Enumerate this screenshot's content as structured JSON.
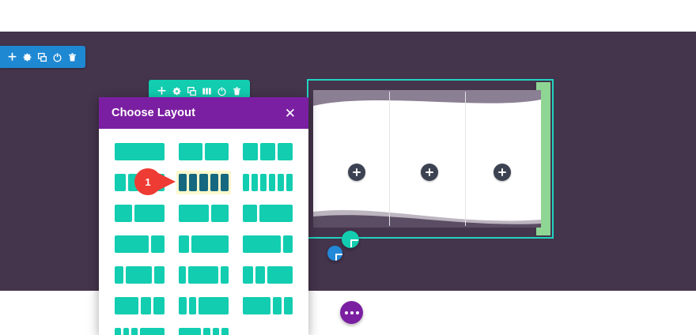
{
  "app": {
    "background_color": "#44344c",
    "page_background": "#ffffff"
  },
  "section_toolbar": {
    "name": "section-toolbar",
    "color": "#1e88d3",
    "buttons": [
      {
        "icon": "plus-icon",
        "label": "Add"
      },
      {
        "icon": "gear-icon",
        "label": "Settings"
      },
      {
        "icon": "duplicate-icon",
        "label": "Duplicate"
      },
      {
        "icon": "power-icon",
        "label": "Disable"
      },
      {
        "icon": "trash-icon",
        "label": "Delete"
      }
    ]
  },
  "row_toolbar": {
    "name": "row-toolbar",
    "color": "#12cdb0",
    "buttons": [
      {
        "icon": "plus-icon",
        "label": "Add",
        "active": false
      },
      {
        "icon": "gear-icon",
        "label": "Settings",
        "active": false
      },
      {
        "icon": "duplicate-icon",
        "label": "Duplicate",
        "active": false
      },
      {
        "icon": "columns-icon",
        "label": "Change Column Structure",
        "active": true
      },
      {
        "icon": "power-icon",
        "label": "Disable",
        "active": false
      },
      {
        "icon": "trash-icon",
        "label": "Delete",
        "active": false
      }
    ]
  },
  "modal": {
    "title": "Choose Layout",
    "close_label": "✕",
    "header_color": "#7b1fa2",
    "selected_index": 4,
    "highlight_color": "#fbf8cd",
    "cell_color": "#12cdb0",
    "selected_cell_color": "#15687f",
    "layouts": [
      {
        "name": "1-column",
        "widths": [
          100
        ]
      },
      {
        "name": "2-column-equal",
        "widths": [
          50,
          50
        ]
      },
      {
        "name": "3-column-equal",
        "widths": [
          33.33,
          33.33,
          33.33
        ]
      },
      {
        "name": "4-column-equal",
        "widths": [
          25,
          25,
          25,
          25
        ]
      },
      {
        "name": "5-column-equal",
        "widths": [
          20,
          20,
          20,
          20,
          20
        ]
      },
      {
        "name": "6-column-equal",
        "widths": [
          16.6,
          16.6,
          16.6,
          16.6,
          16.6,
          16.6
        ]
      },
      {
        "name": "third-twothirds",
        "widths": [
          36,
          64
        ]
      },
      {
        "name": "twothirds-third",
        "widths": [
          64,
          36
        ]
      },
      {
        "name": "third-twothirds-b",
        "widths": [
          30,
          70
        ]
      },
      {
        "name": "threequarter-quarter",
        "widths": [
          72,
          28
        ]
      },
      {
        "name": "quarter-threequarter",
        "widths": [
          22,
          78
        ]
      },
      {
        "name": "wide-narrow",
        "widths": [
          80,
          20
        ]
      },
      {
        "name": "narrow-wide-narrow",
        "widths": [
          20,
          58,
          22
        ]
      },
      {
        "name": "narrow-wide-narrow-b",
        "widths": [
          16,
          66,
          18
        ]
      },
      {
        "name": "equal-equal-wide",
        "widths": [
          22,
          22,
          56
        ]
      },
      {
        "name": "wide-narrow-narrow",
        "widths": [
          52,
          24,
          24
        ]
      },
      {
        "name": "narrow-narrow-wide",
        "widths": [
          17,
          17,
          66
        ]
      },
      {
        "name": "wide-narrow-narrow-b",
        "widths": [
          62,
          19,
          19
        ]
      },
      {
        "name": "three-narrow-wide",
        "widths": [
          14,
          14,
          14,
          58
        ]
      },
      {
        "name": "wide-three-narrow",
        "widths": [
          52,
          16,
          16,
          16
        ]
      }
    ]
  },
  "canvas": {
    "border_color": "#22d3c0",
    "accent_bar_color": "#8fd694",
    "column_count": 3,
    "column_add_label": "+",
    "wave_color_top": "#8b7f93",
    "wave_color_bottom": "#b9b2bd"
  },
  "floating_buttons": [
    {
      "name": "add-row-button",
      "icon": "plus-icon",
      "color": "#12cdb0"
    },
    {
      "name": "add-section-button",
      "icon": "plus-icon",
      "color": "#2288d8"
    },
    {
      "name": "page-settings-button",
      "icon": "ellipsis-icon",
      "color": "#7b1fa2"
    }
  ],
  "annotation": {
    "number": "1",
    "color": "#ee3b33"
  }
}
